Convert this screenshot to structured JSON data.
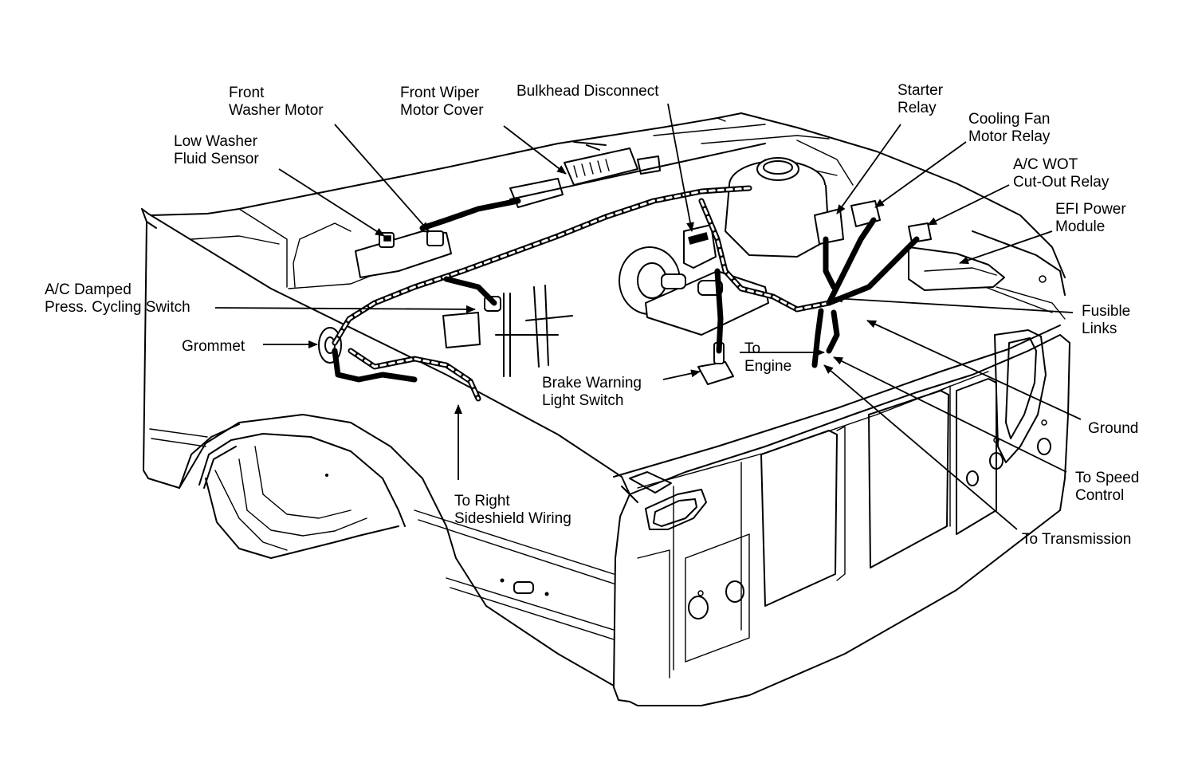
{
  "labels": {
    "front_washer_motor": [
      "Front",
      "Washer Motor"
    ],
    "front_wiper_motor_cover": [
      "Front Wiper",
      "Motor Cover"
    ],
    "bulkhead_disconnect": [
      "Bulkhead Disconnect"
    ],
    "starter_relay": [
      "Starter",
      "Relay"
    ],
    "cooling_fan_motor_relay": [
      "Cooling Fan",
      "Motor Relay"
    ],
    "ac_wot_cutout_relay": [
      "A/C WOT",
      "Cut-Out Relay"
    ],
    "efi_power_module": [
      "EFI Power",
      "Module"
    ],
    "low_washer_fluid_sensor": [
      "Low Washer",
      "Fluid Sensor"
    ],
    "ac_damped_press_cycling_switch": [
      "A/C Damped",
      "Press. Cycling Switch"
    ],
    "grommet": [
      "Grommet"
    ],
    "fusible_links": [
      "Fusible",
      "Links"
    ],
    "to_engine": [
      "To",
      "Engine"
    ],
    "brake_warning_light_switch": [
      "Brake Warning",
      "Light Switch"
    ],
    "ground": [
      "Ground"
    ],
    "to_speed_control": [
      "To Speed",
      "Control"
    ],
    "to_right_sideshield_wiring": [
      "To Right",
      "Sideshield Wiring"
    ],
    "to_transmission": [
      "To Transmission"
    ]
  }
}
